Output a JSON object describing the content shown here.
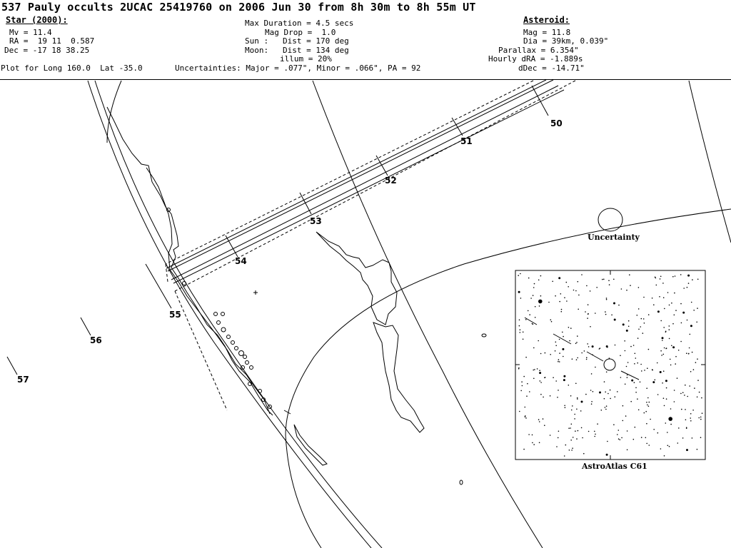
{
  "title": "537 Pauly occults 2UCAC 25419760 on 2006 Jun 30 from 8h 30m to 8h 55m UT",
  "star": {
    "header": "Star (2000):",
    "mv": "Mv = 11.4",
    "ra": "RA =  19 11  0.587",
    "dec": "Dec = -17 18 38.25"
  },
  "plot_for": "Plot for Long 160.0  Lat -35.0",
  "event": {
    "max_duration": "Max Duration = 4.5 secs",
    "mag_drop": "Mag Drop =  1.0",
    "sun": "Sun :   Dist = 170 deg",
    "moon": "Moon:   Dist = 134 deg",
    "illum": "illum = 20%",
    "uncertainties": "Uncertainties: Major = .077\", Minor = .066\", PA = 92"
  },
  "asteroid": {
    "header": "Asteroid:",
    "mag": "Mag = 11.8",
    "dia": "Dia = 39km, 0.039\"",
    "parallax": "Parallax = 6.354\"",
    "hourly_dra": "Hourly dRA = -1.889s",
    "ddec": "dDec = -14.71\""
  },
  "time_marks": [
    "50",
    "51",
    "52",
    "53",
    "54",
    "55",
    "56",
    "57"
  ],
  "uncertainty_label": "Uncertainty",
  "atlas_label": "AstroAtlas C61"
}
